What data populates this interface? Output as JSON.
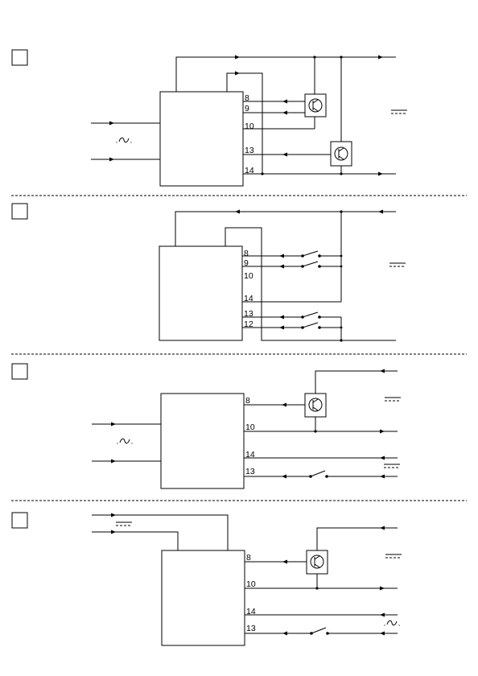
{
  "diagrams": [
    {
      "label": "",
      "pins": [
        "8",
        "9",
        "10",
        "13",
        "14"
      ]
    },
    {
      "label": "",
      "pins": [
        "8",
        "9",
        "10",
        "14",
        "13",
        "12"
      ]
    },
    {
      "label": "",
      "pins": [
        "8",
        "10",
        "14",
        "13"
      ]
    },
    {
      "label": "",
      "pins": [
        "8",
        "10",
        "14",
        "13"
      ]
    }
  ],
  "icons": {
    "ac_symbol": "ac-sine-icon",
    "dc_symbol": "dc-symbol-icon",
    "transistor": "npn-transistor-icon",
    "switch": "switch-contact-icon",
    "arrow": "arrow-icon"
  }
}
